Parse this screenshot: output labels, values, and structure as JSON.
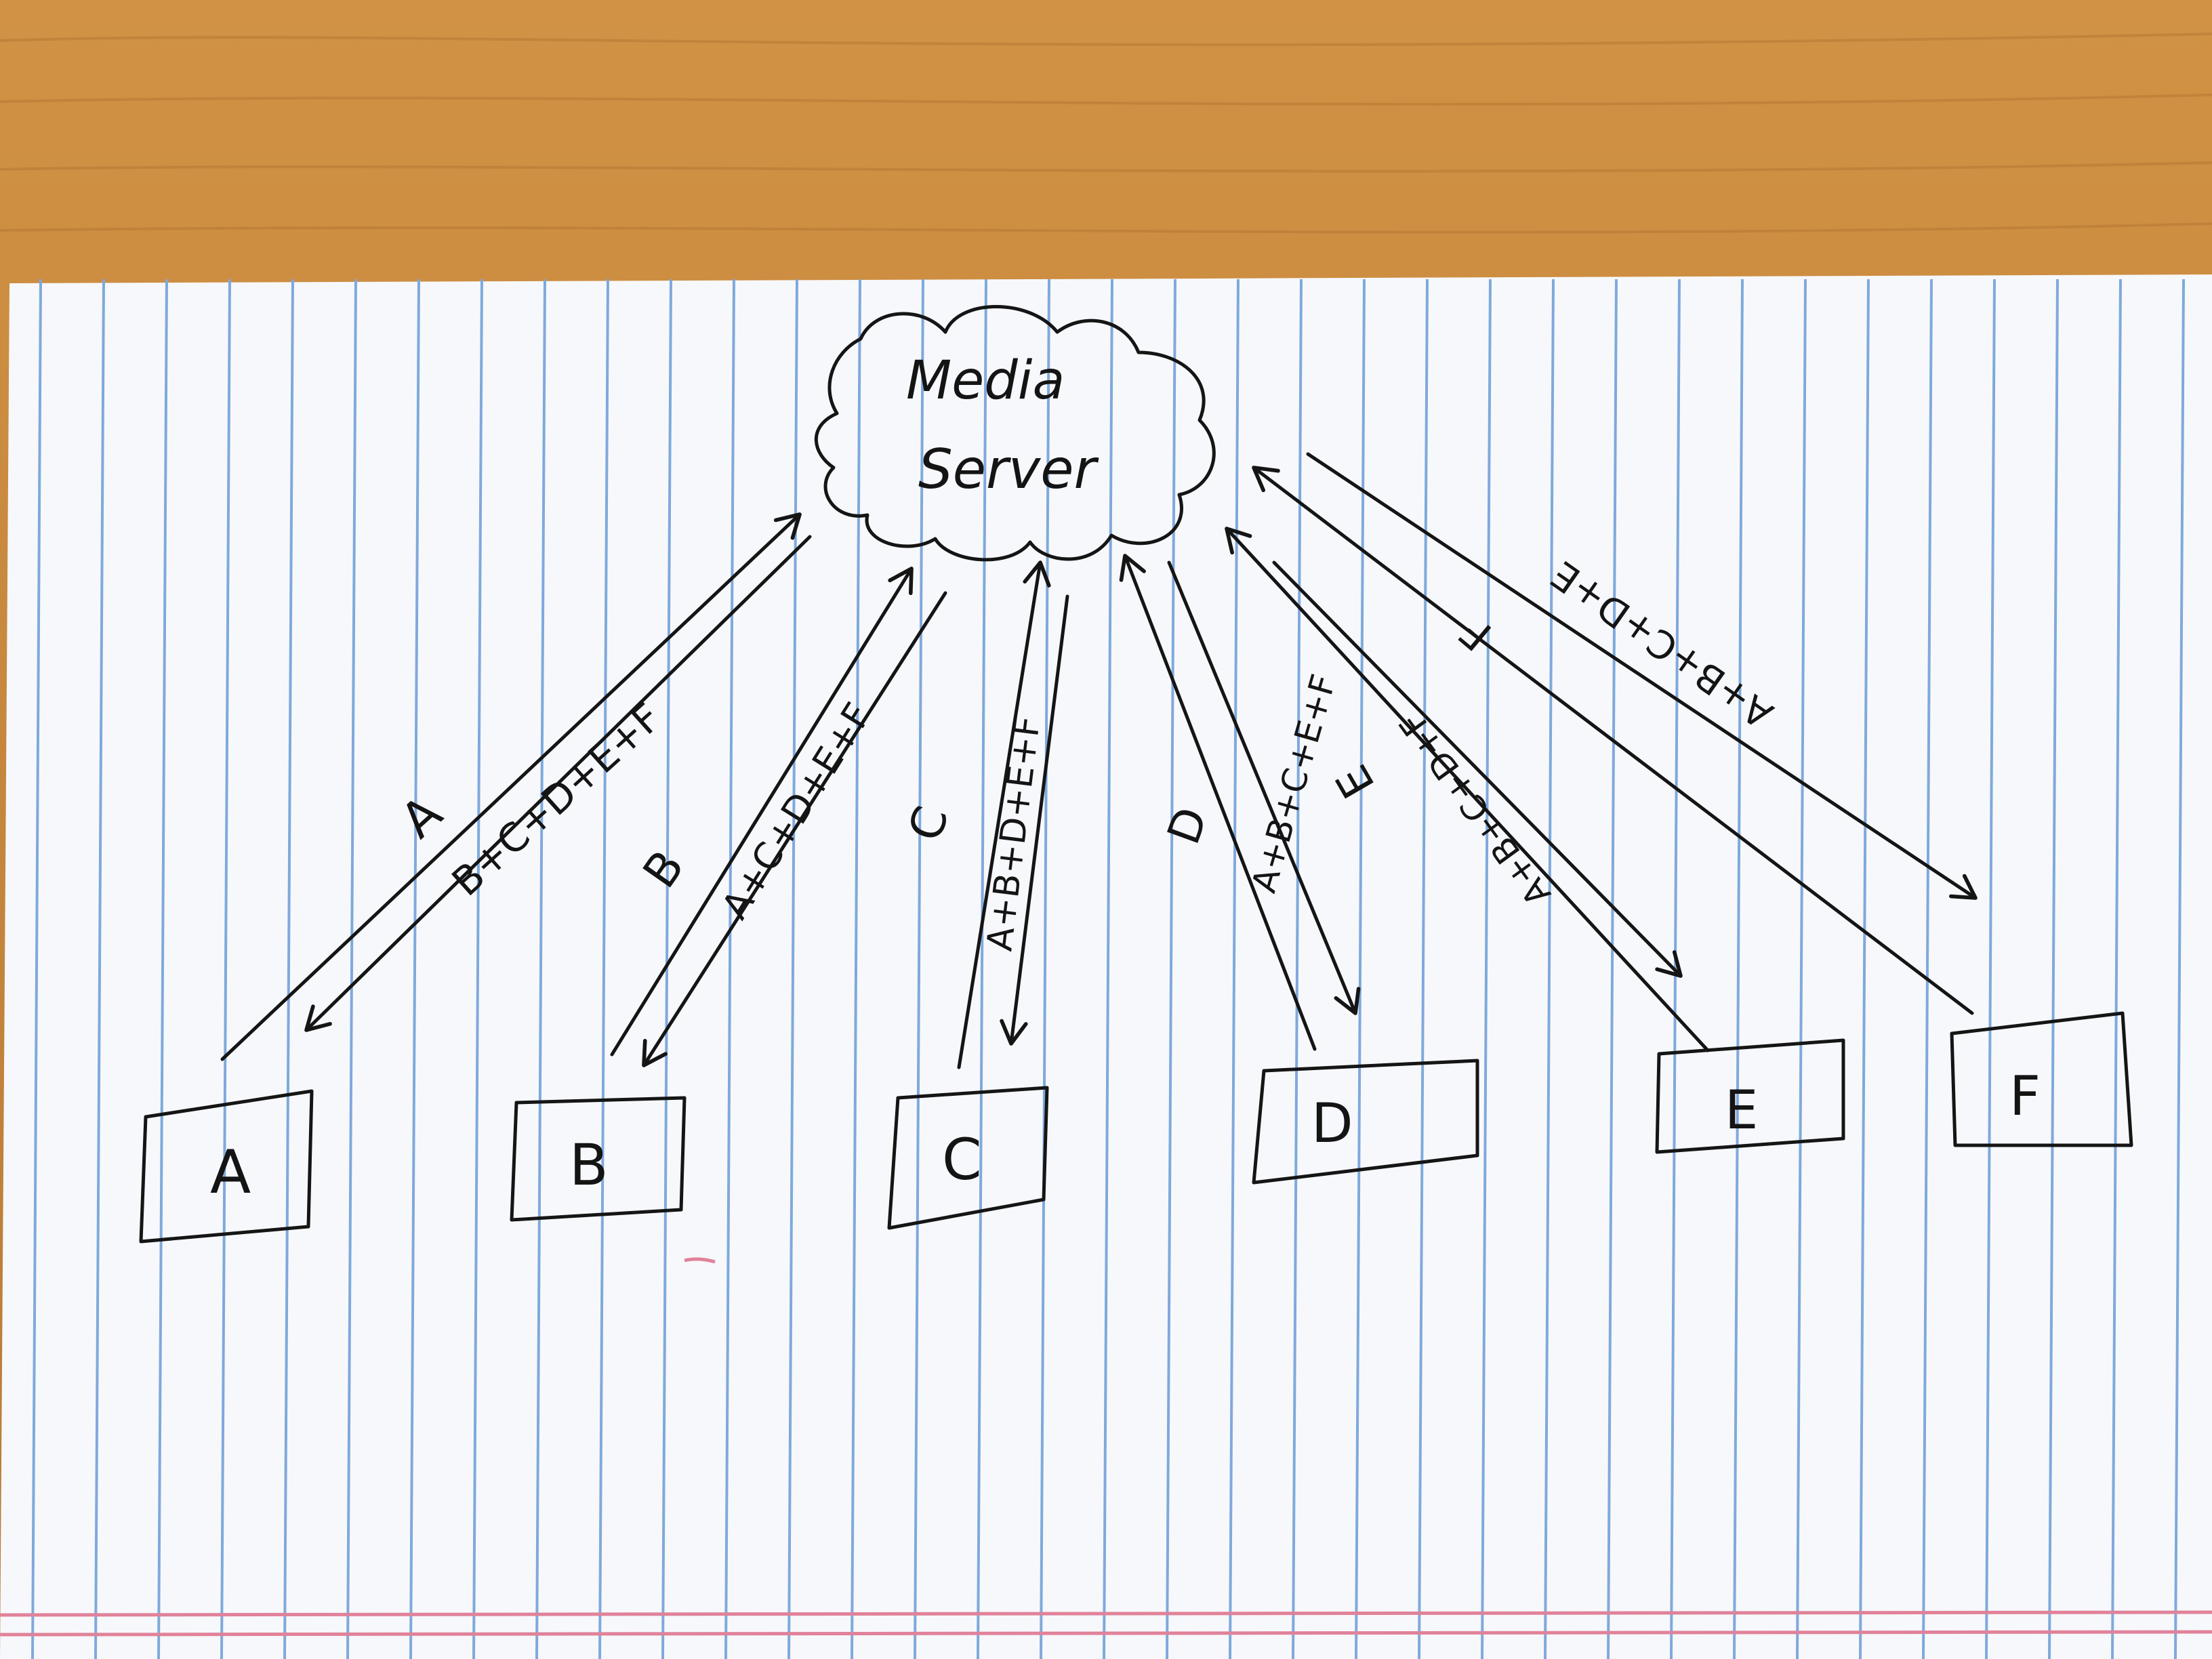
{
  "diagram": {
    "server": {
      "line1": "Media",
      "line2": "Server"
    },
    "clients": [
      {
        "id": "A",
        "label": "A",
        "send_label": "A",
        "receive_label": "B+C+D+E+F"
      },
      {
        "id": "B",
        "label": "B",
        "send_label": "B",
        "receive_label": "A+C+D+E+F"
      },
      {
        "id": "C",
        "label": "C",
        "send_label": "C",
        "receive_label": "A+B+D+E+F"
      },
      {
        "id": "D",
        "label": "D",
        "send_label": "D",
        "receive_label": "A+B+C+E+F"
      },
      {
        "id": "E",
        "label": "E",
        "send_label": "E",
        "receive_label": "A+B+C+D+F"
      },
      {
        "id": "F",
        "label": "F",
        "send_label": "F",
        "receive_label": "A+B+C+D+E"
      }
    ]
  },
  "colors": {
    "desk": "#c8893f",
    "paper": "#f7f8fb",
    "ruled_line": "#7fa9dc",
    "margin_line": "#e0829a",
    "ink": "#151515"
  }
}
